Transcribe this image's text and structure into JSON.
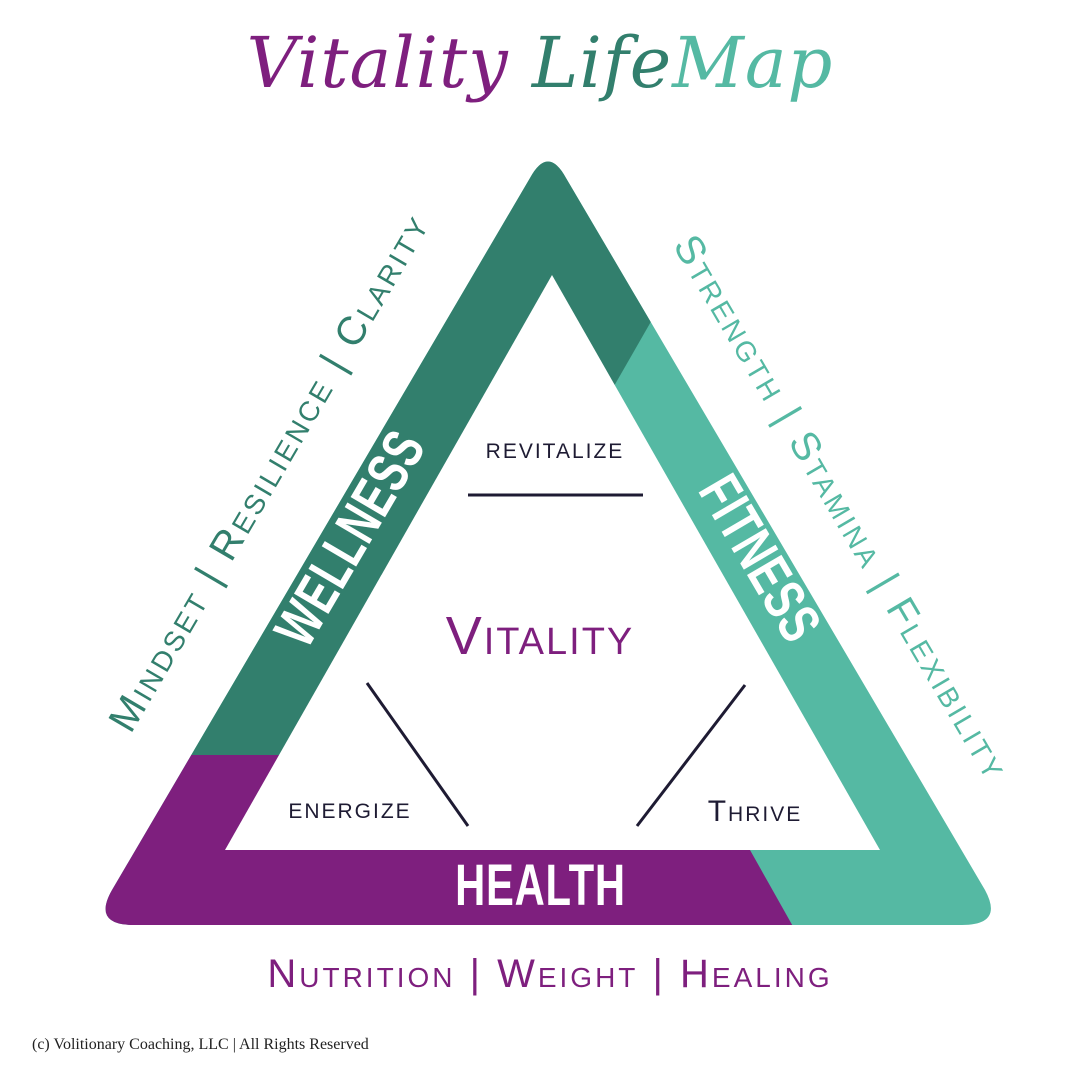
{
  "title": {
    "part1": "Vitality",
    "part2": "Life",
    "part3": "Map"
  },
  "bands": {
    "wellness": "WELLNESS",
    "fitness": "FITNESS",
    "health": "HEALTH"
  },
  "side_labels": {
    "wellness": "Mindset | Resilience | Clarity",
    "fitness": "Strength | Stamina | Flexibility",
    "health": "Nutrition | Weight | Healing"
  },
  "inner": {
    "top": "revitalize",
    "center": "Vitality",
    "left": "energize",
    "right": "Thrive"
  },
  "copyright": "(c) Volitionary Coaching, LLC | All Rights Reserved",
  "colors": {
    "purple": "#7e1f7e",
    "dark_green": "#327f6d",
    "teal": "#55b9a3",
    "ink": "#1e1b33"
  }
}
